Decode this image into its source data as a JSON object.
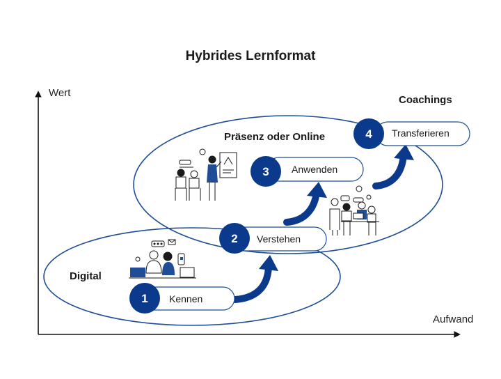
{
  "title": "Hybrides Lernformat",
  "axes": {
    "y_label": "Wert",
    "x_label": "Aufwand"
  },
  "groups": {
    "digital": "Digital",
    "praesenz": "Präsenz oder Online",
    "coachings": "Coachings"
  },
  "steps": [
    {
      "number": "1",
      "label": "Kennen"
    },
    {
      "number": "2",
      "label": "Verstehen"
    },
    {
      "number": "3",
      "label": "Anwenden"
    },
    {
      "number": "4",
      "label": "Transferieren"
    }
  ],
  "colors": {
    "accent": "#0b3a8c",
    "outline": "#1f4e96",
    "axis": "#111111"
  },
  "icons": [
    "person-laptop-illustration",
    "presentation-illustration",
    "meeting-illustration"
  ]
}
